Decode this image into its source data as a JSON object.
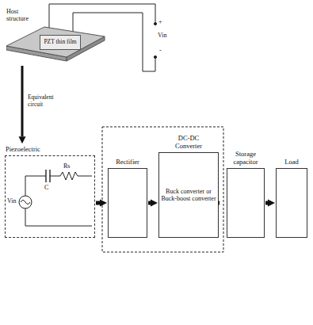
{
  "diagram": {
    "nodes": [
      {
        "text": [
          "Host structure"
        ]
      },
      {
        "text": [
          "PZT thin film"
        ],
        "in": 0
      },
      {
        "text": [
          "Piezoelectric"
        ]
      },
      {
        "text": [
          "Rectifier"
        ]
      },
      {
        "text": [
          "DC-DC Converter",
          "Buck converter or Buck-boost converter"
        ]
      },
      {
        "text": [
          "Storage capacitor"
        ]
      },
      {
        "text": [
          "Load"
        ]
      }
    ],
    "edges": [
      {
        "from": 0,
        "to": 2,
        "arrow": "to",
        "label": "Equivalent circuit"
      },
      {
        "from": 2,
        "to": 3,
        "arrow": "to"
      },
      {
        "from": 3,
        "to": 4,
        "arrow": "to"
      },
      {
        "from": 4,
        "to": 5,
        "arrow": "to"
      },
      {
        "from": 5,
        "to": 6,
        "arrow": "to"
      }
    ],
    "labels": [
      "+",
      "Vin",
      "-",
      "Vin",
      "C",
      "Rs"
    ]
  }
}
